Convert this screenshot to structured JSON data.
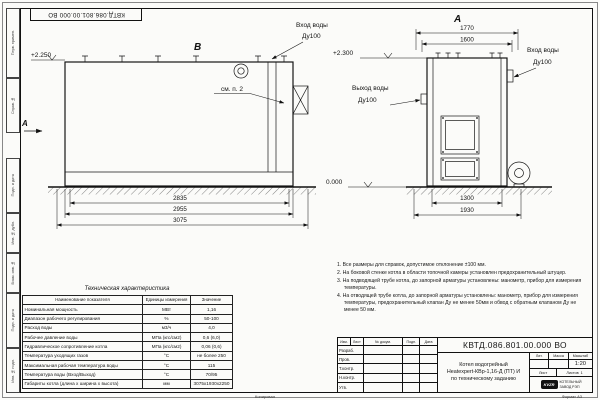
{
  "doc": {
    "number_top": "КВТД.086.801.00.000 ВО",
    "copied_label": "Копировал",
    "format_label": "Формат А3"
  },
  "frame_stamps": {
    "top": [
      "Перв. примен.",
      "Справ. №"
    ],
    "bottom": [
      "Подп. и дата",
      "Инв. № дубл.",
      "Взам. инв. №",
      "Подп. и дата",
      "Инв. № подл."
    ]
  },
  "view_b": {
    "label": "В",
    "dir_label": "А",
    "see_note": "см. п. 2",
    "inlet_title": "Вход воды",
    "inlet_dn": "Ду100",
    "elev_top": "+2.250",
    "dim_inner": "2835",
    "dim_mid": "2955",
    "dim_outer": "3075"
  },
  "view_a": {
    "label": "А",
    "inlet_title": "Вход воды",
    "inlet_dn": "Ду100",
    "outlet_title": "Выход воды",
    "outlet_dn": "Ду100",
    "elev_top": "+2.300",
    "elev_zero": "0.000",
    "dim_top_outer": "1770",
    "dim_top_inner": "1600",
    "dim_bot_inner": "1300",
    "dim_bot_outer": "1930"
  },
  "spec_table": {
    "title": "Техническая характеристика",
    "headers": [
      "Наименование показателя",
      "Единицы измерения",
      "Значение"
    ],
    "rows": [
      [
        "Номинальная мощность",
        "МВт",
        "1,16"
      ],
      [
        "Диапазон рабочего регулирования",
        "%",
        "50-100"
      ],
      [
        "Расход воды",
        "м3/ч",
        "4,0"
      ],
      [
        "Рабочее давление воды",
        "МПа (кгс/см2)",
        "0,6 (6,0)"
      ],
      [
        "Гидравлическое сопротивление котла",
        "МПа (кгс/см2)",
        "0,06 (0,6)"
      ],
      [
        "Температура уходящих газов",
        "°С",
        "не более 250"
      ],
      [
        "Максимальная рабочая температура воды",
        "°С",
        "115"
      ],
      [
        "Температура воды (Вход/Выход)",
        "°С",
        "70/95"
      ],
      [
        "Габариты котла (длина х ширина х высота)",
        "мм",
        "3075х1930х2250"
      ]
    ]
  },
  "notes": {
    "items": [
      "1.  Все размеры для справок, допустимое отклонение ±100 мм.",
      "2.  На боковой стенке котла в области топочной камеры установлен предохранительный штуцер.",
      "3.  На подводящей трубе котла, до запорной арматуры установлены: манометр, прибор для измерения температуры.",
      "4.  На отводящей трубе котла, до запорной арматуры установлены: манометр, прибор для измерения температуры, предохранительный клапан Ду не менее 50мм и обвод с обратным клапаном Ду не менее 50 мм."
    ]
  },
  "title_block": {
    "header_cells": [
      "Изм.",
      "Лист",
      "№ докум.",
      "Подп.",
      "Дата"
    ],
    "roles": [
      "Разраб.",
      "Пров.",
      "Т.контр.",
      "Н.контр.",
      "Утв."
    ],
    "doc_number": "КВТД.086.801.00.000  ВО",
    "product_lines": [
      "Котел водогрейный",
      "Heatexpert-КВр-1,16-Д (ПТ) И",
      "по техническому заданию"
    ],
    "lit_label": "Лит.",
    "mass_label": "Масса",
    "scale_label": "Масштаб",
    "scale_value": "1:20",
    "sheet_label": "Лист",
    "sheets_label": "Листов",
    "sheets_value": "1",
    "logo_abbr": "KVZR",
    "company_lines": [
      "КОТЕЛЬНЫЙ",
      "ЗАВОД РЭП"
    ]
  }
}
